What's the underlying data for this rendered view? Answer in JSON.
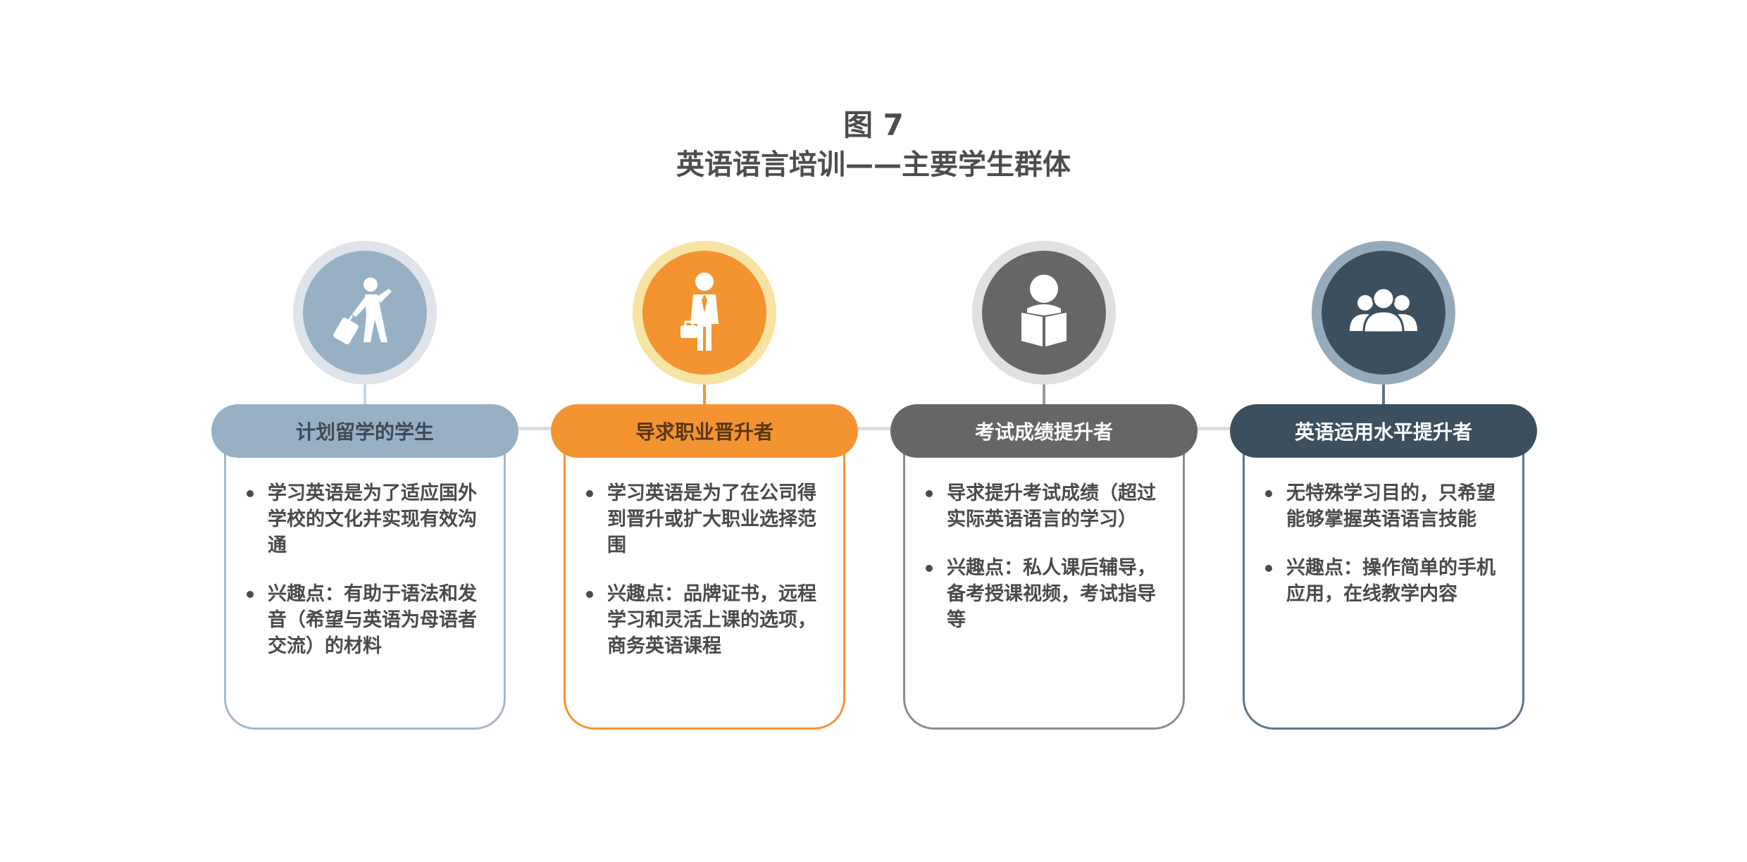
{
  "figure": {
    "number": "图 7",
    "title": "英语语言培训——主要学生群体"
  },
  "colors": {
    "blue_gray": "#97b0c4",
    "orange": "#f39431",
    "gray": "#666666",
    "navy": "#3b4f5e"
  },
  "groups": [
    {
      "icon": "traveler-with-suitcase-icon",
      "label": "计划留学的学生",
      "bullets": [
        "学习英语是为了适应国外学校的文化并实现有效沟通",
        "兴趣点：有助于语法和发音（希望与英语为母语者交流）的材料"
      ]
    },
    {
      "icon": "businessman-with-briefcase-icon",
      "label": "导求职业晋升者",
      "bullets": [
        "学习英语是为了在公司得到晋升或扩大职业选择范围",
        "兴趣点：品牌证书，远程学习和灵活上课的选项，商务英语课程"
      ]
    },
    {
      "icon": "person-reading-book-icon",
      "label": "考试成绩提升者",
      "bullets": [
        "导求提升考试成绩（超过实际英语语言的学习）",
        "兴趣点：私人课后辅导，备考授课视频，考试指导等"
      ]
    },
    {
      "icon": "group-of-people-icon",
      "label": "英语运用水平提升者",
      "bullets": [
        "无特殊学习目的，只希望能够掌握英语语言技能",
        "兴趣点：操作简单的手机应用，在线教学内容"
      ]
    }
  ]
}
